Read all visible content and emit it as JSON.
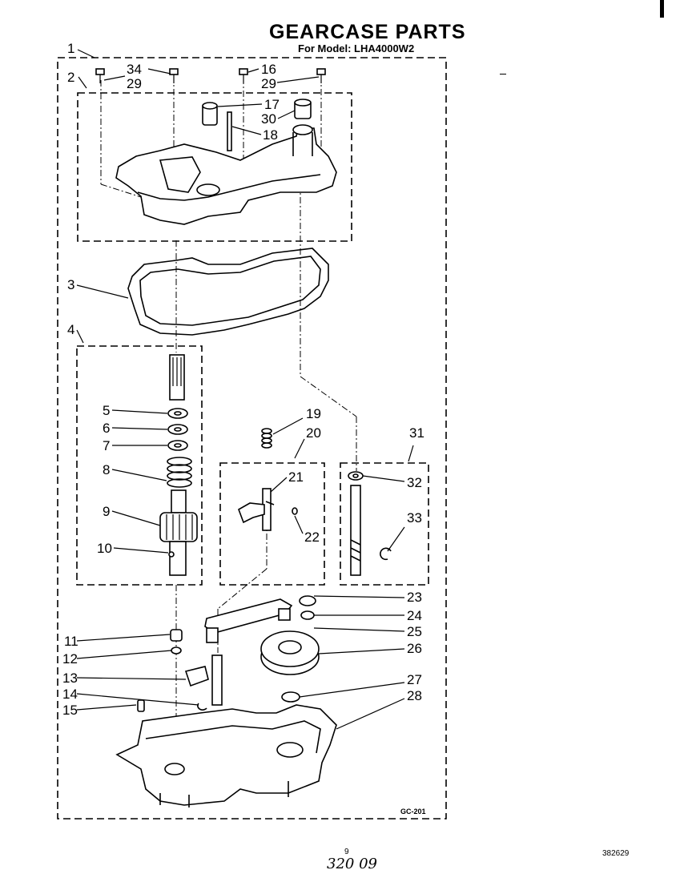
{
  "header": {
    "title": "GEARCASE PARTS",
    "model_line": "For Model: LHA4000W2"
  },
  "callouts": [
    "1",
    "2",
    "3",
    "4",
    "5",
    "6",
    "7",
    "8",
    "9",
    "10",
    "11",
    "12",
    "13",
    "14",
    "15",
    "16",
    "17",
    "18",
    "19",
    "20",
    "21",
    "22",
    "23",
    "24",
    "25",
    "26",
    "27",
    "28",
    "29",
    "29",
    "30",
    "31",
    "32",
    "33",
    "34"
  ],
  "footer": {
    "diagram_code": "GC-201",
    "page_number": "9",
    "doc_number": "382629",
    "handwritten": "320 09"
  }
}
